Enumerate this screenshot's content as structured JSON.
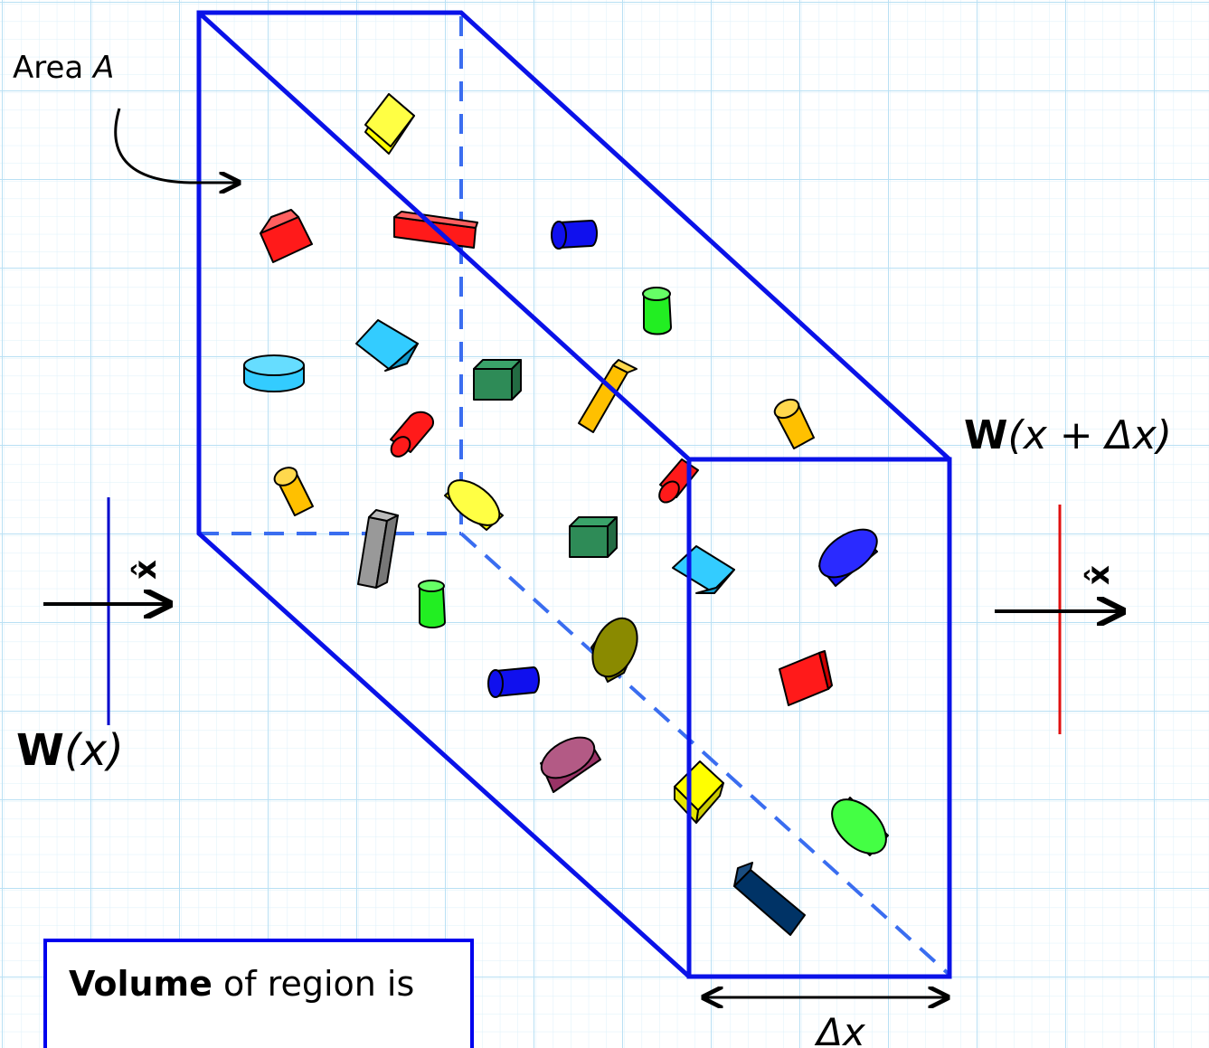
{
  "labels": {
    "area": "Area",
    "area_var": "A",
    "w_left_W": "W",
    "w_left_arg": "(x)",
    "w_right_W": "W",
    "w_right_arg": "(x + Δx)",
    "xhat_left": "x̂",
    "xhat_right": "x̂",
    "delta_x": "Δx"
  },
  "volume_box": {
    "bold": "Volume",
    "rest": " of region is"
  },
  "colors": {
    "grid": "#c6e6f6",
    "frame": "#0a12e8",
    "dashed": "#3a6df0",
    "left_plane": "#0000cc",
    "right_plane": "#e01010",
    "red": "#ff1a1a",
    "yellow": "#ffff00",
    "blue": "#1010ee",
    "green": "#22ee22",
    "cyan": "#33ccff",
    "darkgreen": "#2e8b57",
    "orange": "#ffc000",
    "gray": "#999999",
    "olive": "#8a8a00",
    "maroon": "#993366",
    "navy": "#003366"
  }
}
